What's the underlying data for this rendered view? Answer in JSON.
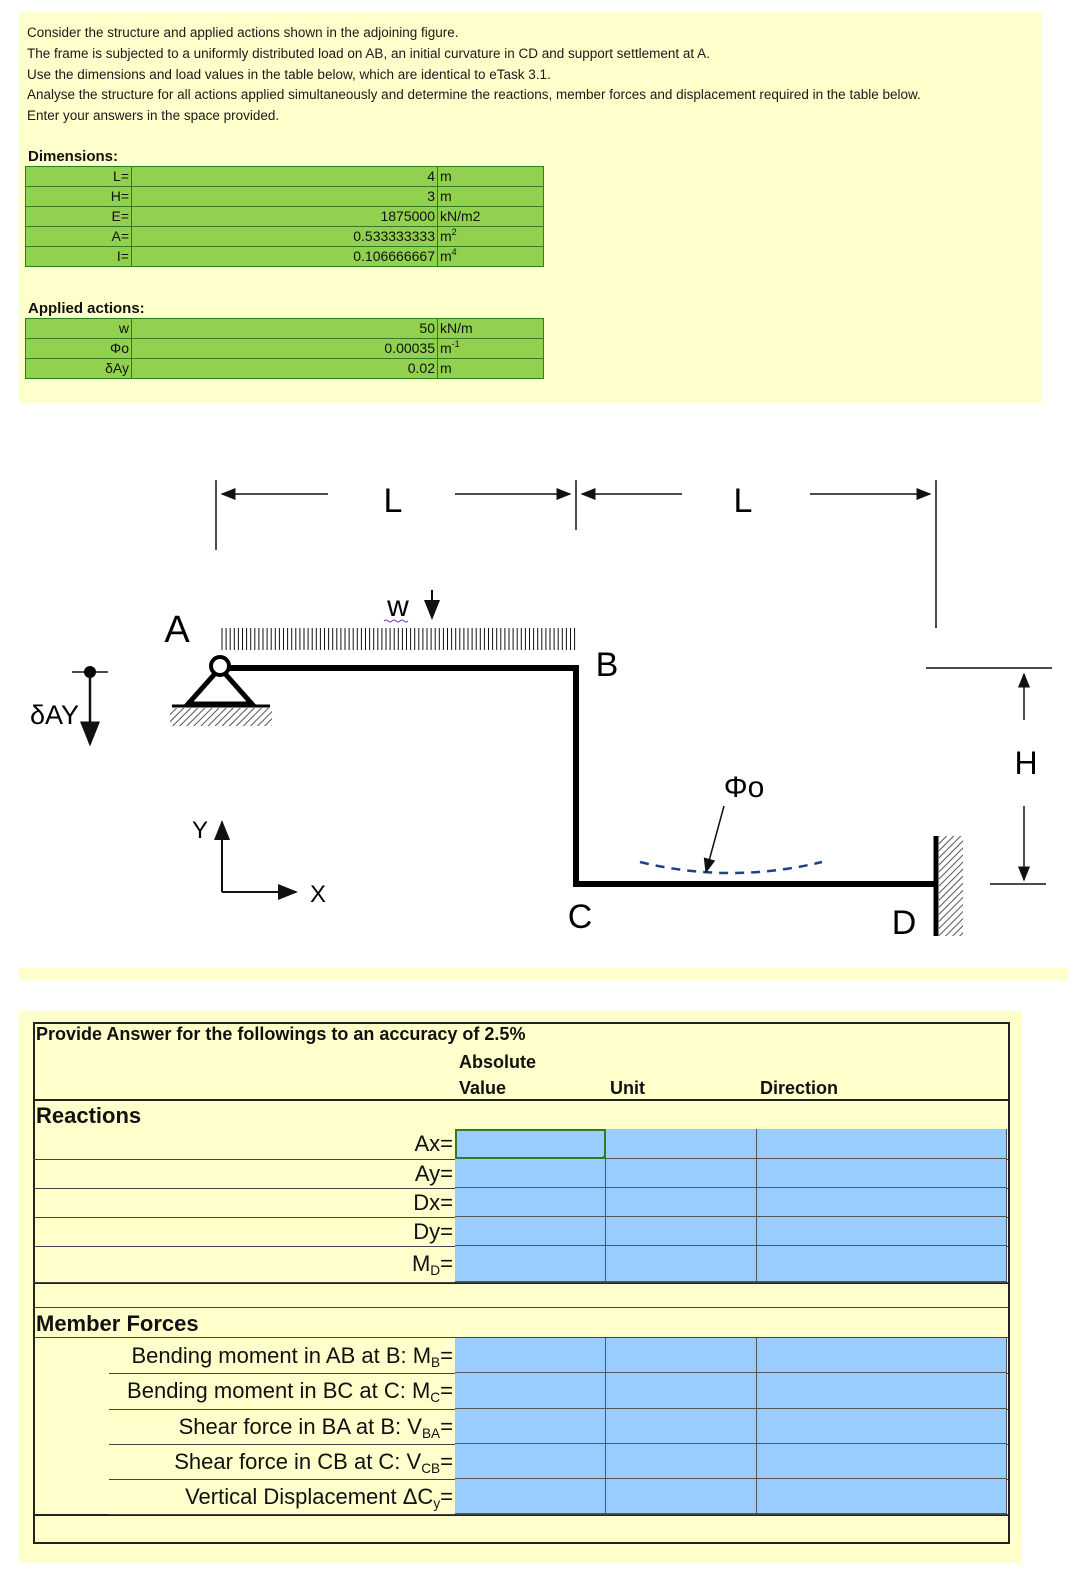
{
  "intro": {
    "lines": [
      "Consider the structure and applied actions shown in the adjoining figure.",
      "The frame is subjected to a  uniformly distributed load on AB, an initial curvature in CD and support settlement at A.",
      "Use the dimensions and load values in the table below, which are identical to eTask 3.1.",
      "Analyse the structure for all actions applied simultaneously and determine the reactions, member forces and displacement required in the table below.",
      "Enter your answers in the space provided."
    ]
  },
  "dimensions": {
    "heading": "Dimensions:",
    "rows": [
      {
        "label": "L=",
        "value": "4",
        "unit": "m",
        "sup": ""
      },
      {
        "label": "H=",
        "value": "3",
        "unit": "m",
        "sup": ""
      },
      {
        "label": "E=",
        "value": "1875000",
        "unit": "kN/m2",
        "sup": ""
      },
      {
        "label": "A=",
        "value": "0.533333333",
        "unit": "m",
        "sup": "2"
      },
      {
        "label": "I=",
        "value": "0.106666667",
        "unit": "m",
        "sup": "4"
      }
    ]
  },
  "actions": {
    "heading": "Applied actions:",
    "rows": [
      {
        "label": "w",
        "value": "50",
        "unit": "kN/m",
        "sup": ""
      },
      {
        "label": "Φo",
        "value": "0.00035",
        "unit": "m",
        "sup": "-1"
      },
      {
        "label": "δAy",
        "value": "0.02",
        "unit": "m",
        "sup": ""
      }
    ]
  },
  "figure": {
    "dim_L_left": "L",
    "dim_L_right": "L",
    "dim_H": "H",
    "label_A": "A",
    "label_B": "B",
    "label_C": "C",
    "label_D": "D",
    "load_label": "w",
    "settlement_label": "δAY",
    "curvature_label": "Φo",
    "axis_y": "Y",
    "axis_x": "X"
  },
  "answer": {
    "heading": "Provide Answer for the followings to an accuracy of 2.5%",
    "col_value_line1": "Absolute",
    "col_value_line2": "Value",
    "col_unit": "Unit",
    "col_direction": "Direction",
    "reactions_title": "Reactions",
    "reactions": [
      {
        "main": "Ax=",
        "sub": ""
      },
      {
        "main": "Ay=",
        "sub": ""
      },
      {
        "main": "Dx=",
        "sub": ""
      },
      {
        "main": "Dy=",
        "sub": ""
      },
      {
        "pre": "M",
        "sub": "D",
        "post": "="
      }
    ],
    "member_title": "Member Forces",
    "members": [
      {
        "pre": "Bending moment in AB at B: M",
        "sub": "B",
        "post": "="
      },
      {
        "pre": "Bending moment in BC at C: M",
        "sub": "C",
        "post": "="
      },
      {
        "pre": "Shear force in BA at B: V",
        "sub": "BA",
        "post": "="
      },
      {
        "pre": "Shear force in CB at C: V",
        "sub": "CB",
        "post": "="
      },
      {
        "pre": "Vertical Displacement ΔC",
        "sub": "y",
        "post": "="
      }
    ]
  },
  "colors": {
    "intro_bg": "#ffffcc",
    "table_green": "#92d050",
    "answer_cell": "#99ccff"
  }
}
